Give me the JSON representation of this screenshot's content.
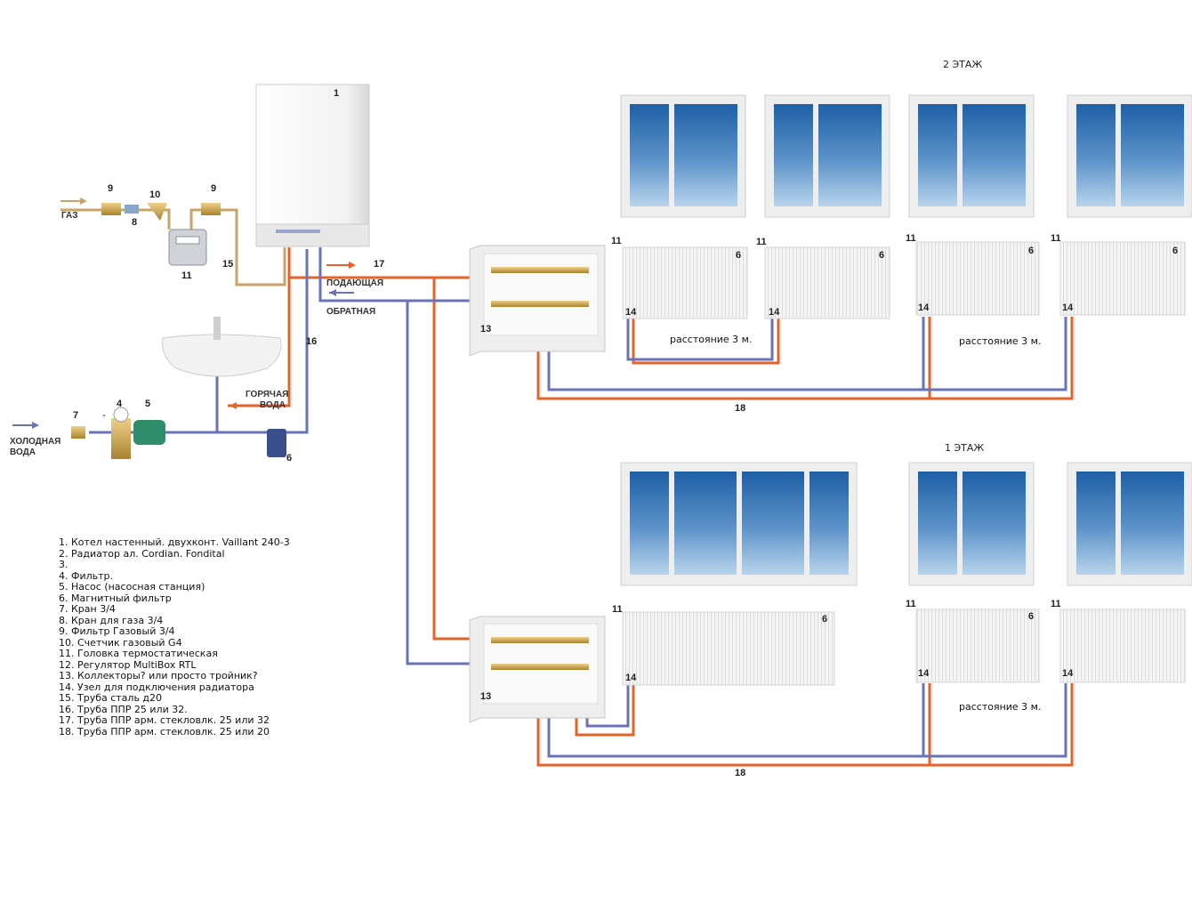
{
  "floors": {
    "upper": "2 ЭТАЖ",
    "lower": "1 ЭТАЖ"
  },
  "pipe_labels": {
    "gas": "ГАЗ",
    "supply": "ПОДАЮЩАЯ",
    "return": "ОБРАТНАЯ",
    "hot_water_1": "ГОРЯЧАЯ",
    "hot_water_2": "ВОДА",
    "cold_water_1": "ХОЛОДНАЯ",
    "cold_water_2": "ВОДА"
  },
  "distance_label": "расстояние 3 м.",
  "dash_mark": "-",
  "numbers": {
    "n1": "1",
    "n4": "4",
    "n5": "5",
    "n6": "6",
    "n7": "7",
    "n8": "8",
    "n9": "9",
    "n10": "10",
    "n11": "11",
    "n13": "13",
    "n14": "14",
    "n15": "15",
    "n16": "16",
    "n17": "17",
    "n18": "18"
  },
  "legend": [
    "1. Котел настенный. двухконт. Vaillant 240-3",
    "2. Радиатор ал. Cordian. Fondital",
    "3.",
    "4. Фильтр.",
    "5. Насос (насосная станция)",
    "6. Магнитный фильтр",
    "7. Кран 3/4",
    "8. Кран для газа 3/4",
    "9. Фильтр Газовый 3/4",
    "10. Счетчик газовый G4",
    "11. Головка термостатическая",
    "12. Регулятор MultiBox RTL",
    "13. Коллекторы? или просто тройник?",
    "14. Узел для подключения радиатора",
    "15. Труба сталь д20",
    "16. Труба ППР 25 или 32.",
    "17. Труба ППР арм. стекловлк. 25 или 32",
    "18. Труба ППР арм. стекловлк. 25 или 20"
  ],
  "colors": {
    "supply_pipe": "#e4632b",
    "return_pipe": "#6a72b8",
    "gas_pipe": "#c9a36a",
    "radiator": "#f1f1f1",
    "glass": "#4f85c2"
  }
}
